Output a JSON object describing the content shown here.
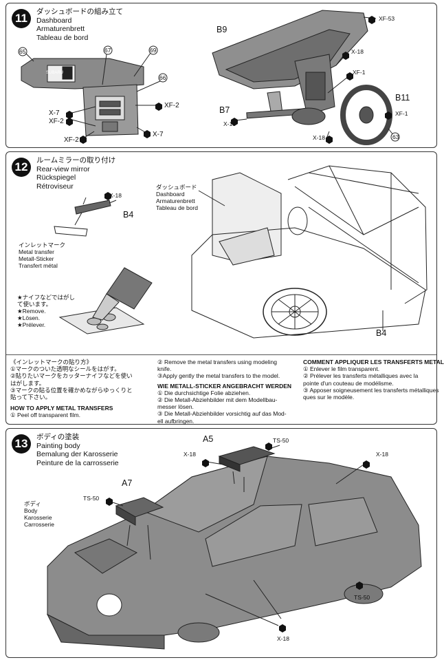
{
  "step11": {
    "number": "11",
    "title_ja": "ダッシュボードの組み立て",
    "title_en": "Dashboard",
    "title_de": "Armaturenbrett",
    "title_fr": "Tableau de bord",
    "parts": {
      "b9": "B9",
      "b7": "B7",
      "b11": "B11",
      "xf53": "XF-53",
      "x18a": "X-18",
      "xf1a": "XF-1",
      "xf1b": "XF-1",
      "x18b": "X-18",
      "x18c": "X-18",
      "n63": "63",
      "n65": "65",
      "n67": "67",
      "n69": "69",
      "n66": "66",
      "x7a": "X-7",
      "xf2a": "XF-2",
      "xf2b": "XF-2",
      "x7b": "X-7"
    },
    "decal_brand": "SUBARU"
  },
  "step12": {
    "number": "12",
    "title_ja": "ルームミラーの取り付け",
    "title_en": "Rear-view mirror",
    "title_de": "Rückspiegel",
    "title_fr": "Rétroviseur",
    "x18": "X-18",
    "b4a": "B4",
    "b4b": "B4",
    "metal_ja": "インレットマーク",
    "metal_en": "Metal transfer",
    "metal_de": "Metall-Sticker",
    "metal_fr": "Transfert métal",
    "dash_ja": "ダッシュボード",
    "dash_en": "Dashboard",
    "dash_de": "Armaturenbrett",
    "dash_fr": "Tableau de bord",
    "knife_ja1": "★ナイフなどではがし",
    "knife_ja2": "て使います。",
    "knife_en": "★Remove.",
    "knife_de": "★Lösen.",
    "knife_fr": "★Prélever.",
    "instr_ja": {
      "hd": "《インレットマークの貼り方》",
      "l1": "①マークのついた透明なシールをはがす。",
      "l2": "②貼りたいマークをカッターナイフなどを使い",
      "l3": "はがします。",
      "l4": "③マークの貼る位置を確かめながらゆっくりと",
      "l5": "貼って下さい。"
    },
    "instr_en": {
      "hd": "HOW TO APPLY METAL TRANSFERS",
      "l1": "① Peel off transparent film.",
      "l2": "② Remove the metal transfers using modeling",
      "l3": "knife.",
      "l4": "③Apply gently the metal transfers to the model."
    },
    "instr_de": {
      "hd": "WIE METALL-STICKER ANGEBRACHT WERDEN",
      "l1": "① Die durchsichtige Folie abziehen.",
      "l2": "② Die Metall-Abziehbilder mit dem Modellbau-",
      "l3": "messer lösen.",
      "l4": "③ Die Metall-Abziehbilder vorsichtig auf das Mod-",
      "l5": "ell aufbringen."
    },
    "instr_fr": {
      "hd": "COMMENT APPLIQUER LES TRANSFERTS METAL",
      "l1": "① Enlever le film transparent.",
      "l2": "② Prélever les transferts métalliques avec la",
      "l3": "pointe d'un couteau de modélisme.",
      "l4": "③ Apposer soigneusement les transferts métalliques",
      "l5": "ques sur le modèle."
    }
  },
  "step13": {
    "number": "13",
    "title_ja": "ボディの塗装",
    "title_en": "Painting body",
    "title_de": "Bemalung der Karosserie",
    "title_fr": "Peinture de la carrosserie",
    "a5": "A5",
    "a7": "A7",
    "ts50a": "TS-50",
    "ts50b": "TS-50",
    "ts50c": "TS-50",
    "x18a": "X-18",
    "x18b": "X-18",
    "x18c": "X-18",
    "body_ja": "ボディ",
    "body_en": "Body",
    "body_de": "Karosserie",
    "body_fr": "Carrosserie"
  }
}
